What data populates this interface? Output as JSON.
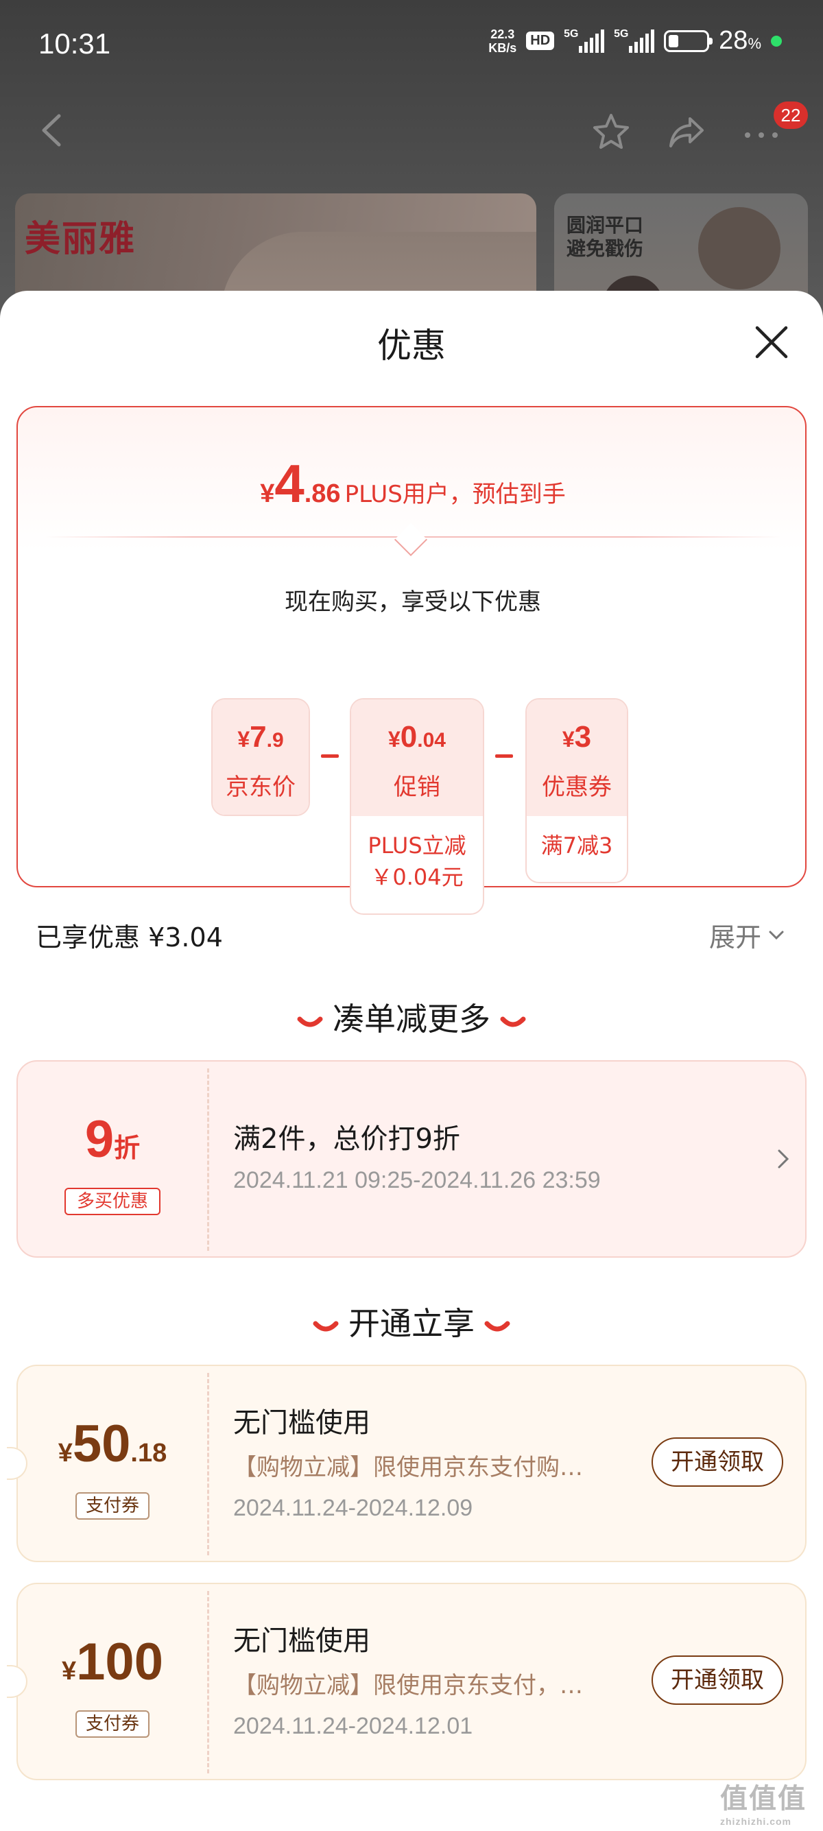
{
  "status": {
    "time": "10:31",
    "net_speed_value": "22.3",
    "net_speed_unit": "KB/s",
    "hd_label": "HD",
    "sim1_label": "5G",
    "sim2_label": "5G",
    "battery_percent": "28",
    "battery_unit": "%"
  },
  "nav": {
    "badge_count": "22",
    "icons": [
      "back-icon",
      "star-icon",
      "share-icon",
      "more-icon"
    ]
  },
  "banner": {
    "brand_text": "美丽雅",
    "right_text_line1": "圆润平口",
    "right_text_line2": "避免戳伤"
  },
  "sheet": {
    "title": "优惠",
    "estimate": {
      "currency": "¥",
      "integer": "4",
      "decimal": ".86",
      "tail": "PLUS用户，预估到手"
    },
    "buy_now_text": "现在购买，享受以下优惠",
    "tiles": [
      {
        "currency": "¥",
        "integer": "7",
        "decimal": ".9",
        "label": "京东价",
        "sub": ""
      },
      {
        "currency": "¥",
        "integer": "0",
        "decimal": ".04",
        "label": "促销",
        "sub_line1": "PLUS立减",
        "sub_line2": "￥0.04元"
      },
      {
        "currency": "¥",
        "integer": "3",
        "decimal": "",
        "label": "优惠券",
        "sub_line1": "满7减3"
      }
    ],
    "saved_text": "已享优惠 ¥3.04",
    "expand_label": "展开",
    "section1_title": "凑单减更多",
    "discount_coupon": {
      "value": "9",
      "unit": "折",
      "tag": "多买优惠",
      "title": "满2件，总价打9折",
      "date": "2024.11.21 09:25-2024.11.26 23:59"
    },
    "section2_title": "开通立享",
    "pay_coupons": [
      {
        "currency": "¥",
        "integer": "50",
        "decimal": ".18",
        "tag": "支付券",
        "title": "无门槛使用",
        "desc": "【购物立减】限使用京东支付购…",
        "date": "2024.11.24-2024.12.09",
        "button": "开通领取"
      },
      {
        "currency": "¥",
        "integer": "100",
        "decimal": "",
        "tag": "支付券",
        "title": "无门槛使用",
        "desc": "【购物立减】限使用京东支付，…",
        "date": "2024.11.24-2024.12.01",
        "button": "开通领取"
      }
    ]
  },
  "watermark": {
    "text": "值值值",
    "site": "zhizhizhi.com"
  },
  "colors": {
    "accent_red": "#e2382f",
    "gold_brown": "#7a3b12",
    "sheet_bg": "#ffffff"
  }
}
